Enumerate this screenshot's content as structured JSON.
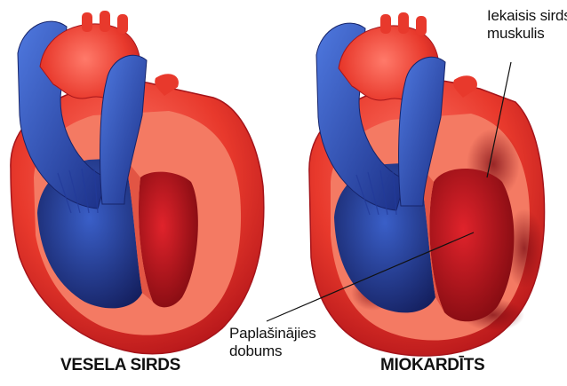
{
  "labels": {
    "healthy_heart": "VESELA SIRDS",
    "myocarditis": "MIOKARDĪTS",
    "inflamed_muscle_line1": "Iekaisis sirds",
    "inflamed_muscle_line2": "muskulis",
    "dilated_cavity_line1": "Paplašinājies",
    "dilated_cavity_line2": "dobums"
  },
  "colors": {
    "heart_red": "#e8392c",
    "heart_dark_red": "#b5161a",
    "vessel_blue": "#2f57c8",
    "vessel_dark_blue": "#1b2f86",
    "muscle_pink": "#f47a63",
    "inflamed": "#8a0f16"
  }
}
